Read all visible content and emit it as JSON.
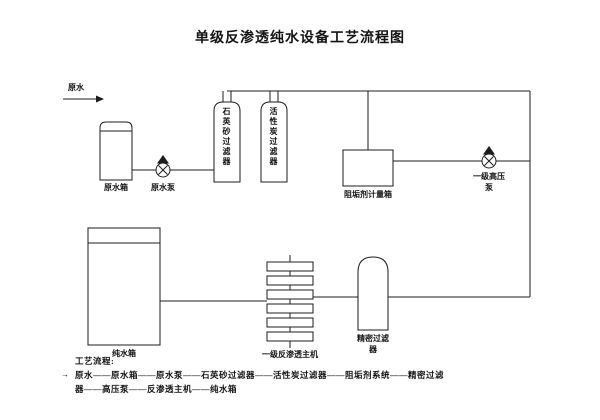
{
  "title": "单级反渗透纯水设备工艺流程图",
  "colors": {
    "ink": "#1c1c1c",
    "background": "#ffffff"
  },
  "components": {
    "raw_water_label": "原水",
    "raw_water_tank": "原水箱",
    "raw_water_pump": "原水泵",
    "quartz_sand_filter": "石英砂过滤器",
    "activated_carbon_filter": "活性炭过滤器",
    "antiscalant_dosing_tank": "阻垢剂计量箱",
    "hp_pump_line1": "一级高压",
    "hp_pump_line2": "泵",
    "pure_water_tank": "纯水箱",
    "ro_main_unit": "一级反渗透主机",
    "precision_filter_line1": "精密过滤",
    "precision_filter_line2": "器"
  },
  "process_flow": {
    "heading": "工艺流程:",
    "start_arrow": "→",
    "line1": "原水——原水箱——原水泵——石英砂过滤器——活性炭过滤器——阻垢剂系统——精密过滤",
    "line2": "器——高压泵——反渗透主机——纯水箱"
  }
}
